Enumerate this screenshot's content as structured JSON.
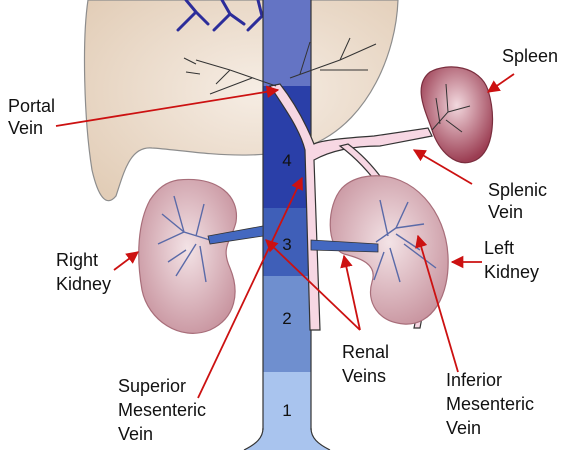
{
  "labels": {
    "portal_vein": [
      "Portal",
      "Vein"
    ],
    "spleen": [
      "Spleen"
    ],
    "splenic_vein": [
      "Splenic",
      "Vein"
    ],
    "right_kidney": [
      "Right",
      "Kidney"
    ],
    "left_kidney": [
      "Left",
      "Kidney"
    ],
    "renal_veins": [
      "Renal",
      "Veins"
    ],
    "superior_mesenteric_vein": [
      "Superior",
      "Mesenteric",
      "Vein"
    ],
    "inferior_mesenteric_vein": [
      "Inferior",
      "Mesenteric",
      "Vein"
    ]
  },
  "segments": {
    "seg1": "1",
    "seg2": "2",
    "seg3": "3",
    "seg4": "4"
  },
  "colors": {
    "liver": "#e9dccb",
    "ivc_top": "#2a3fa8",
    "ivc_mid": "#3f5fb8",
    "ivc_low": "#6f8fcf",
    "ivc_bottom": "#a9c4ee",
    "portal": "#f7d7e3",
    "kidney": "#d9b3bb",
    "spleen": "#a34a5c",
    "arrow": "#cc1111"
  }
}
